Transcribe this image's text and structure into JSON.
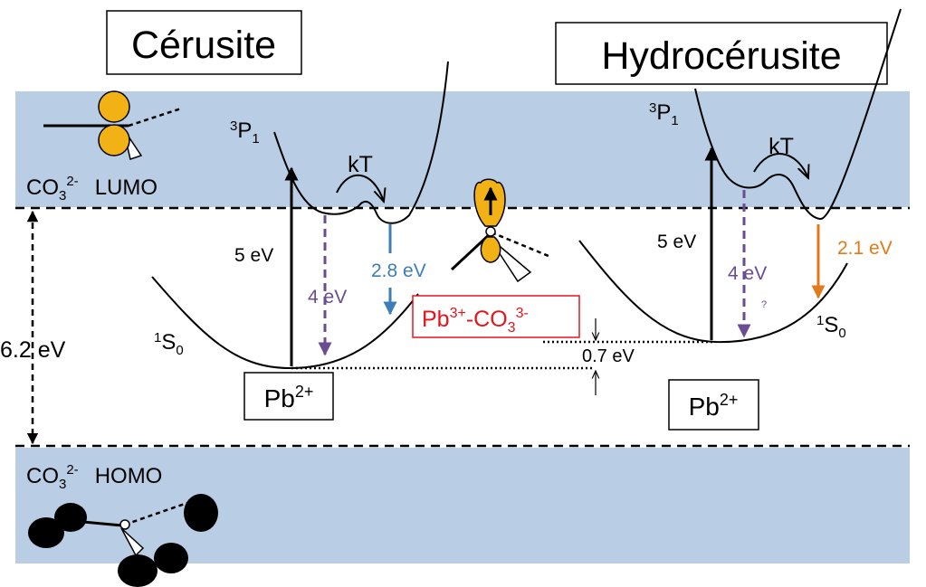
{
  "titles": {
    "left": "Cérusite",
    "right": "Hydrocérusite"
  },
  "bands": {
    "lumo": {
      "label": "CO",
      "sub": "3",
      "sup": "2-",
      "name": "LUMO"
    },
    "homo": {
      "label": "CO",
      "sub": "3",
      "sup": "2-",
      "name": "HOMO"
    },
    "gap": "6.2 eV"
  },
  "left": {
    "p1": {
      "sup": "3",
      "base": "P",
      "sub": "1"
    },
    "s0": {
      "sup": "1",
      "base": "S",
      "sub": "0"
    },
    "kT": "kT",
    "absorption": "5 eV",
    "emission_purple": "4 eV",
    "emission_blue": "2.8 eV",
    "ion": {
      "base": "Pb",
      "sup": "2+"
    }
  },
  "right": {
    "p1": {
      "sup": "3",
      "base": "P",
      "sub": "1"
    },
    "s0": {
      "sup": "1",
      "base": "S",
      "sub": "0"
    },
    "kT": "kT",
    "absorption": "5 eV",
    "emission_purple": "4 eV",
    "question": "?",
    "emission_orange": "2.1 eV",
    "ion": {
      "base": "Pb",
      "sup": "2+"
    }
  },
  "center": {
    "complex": {
      "pb": "Pb",
      "pb_sup": "3+",
      "dash": "-CO",
      "co_sub": "3",
      "co_sup": "3-"
    },
    "offset": "0.7 eV"
  },
  "colors": {
    "band": "#b9cde4",
    "purple": "#6a4c93",
    "blue": "#3d7dba",
    "orange": "#e07a1a",
    "red": "#e8141b",
    "orbital": "#f2b216"
  }
}
